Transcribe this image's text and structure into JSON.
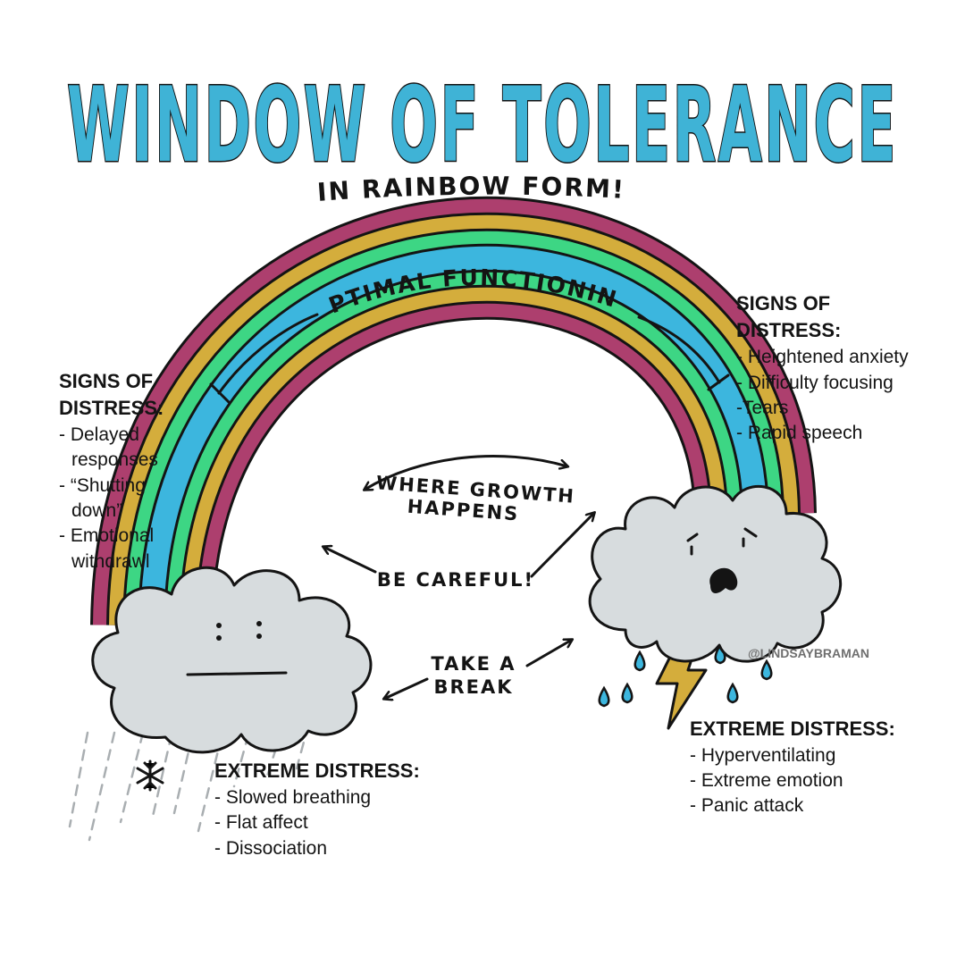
{
  "title": "WINDOW OF TOLERANCE",
  "subtitle": "(IN RAINBOW FORM!)",
  "optimal_label": "OPTIMAL FUNCTIONING",
  "growth_label": {
    "line1": "WHERE GROWTH",
    "line2": "HAPPENS"
  },
  "careful_label": "BE CAREFUL!",
  "break_label": {
    "line1": "TAKE A",
    "line2": "BREAK"
  },
  "credit": "@LINDSAYBRAMAN",
  "left_distress": {
    "heading": [
      "SIGNS OF",
      "DISTRESS:"
    ],
    "items": [
      "- Delayed",
      "responses",
      "- “Shutting",
      "down”",
      "- Emotional",
      "withdrawl"
    ]
  },
  "right_distress": {
    "heading": [
      "SIGNS OF",
      "DISTRESS:"
    ],
    "items": [
      "- Heightened anxiety",
      "- Difficulty focusing",
      "-Tears",
      "- Rapid speech"
    ]
  },
  "left_extreme": {
    "heading": "EXTREME DISTRESS:",
    "items": [
      "- Slowed breathing",
      "- Flat affect",
      "- Dissociation"
    ]
  },
  "right_extreme": {
    "heading": "EXTREME DISTRESS:",
    "items": [
      "- Hyperventilating",
      "- Extreme emotion",
      "- Panic attack"
    ]
  },
  "colors": {
    "title": "#3fb3d6",
    "rainbow_outer": "#ad3f6e",
    "rainbow_second": "#d4ad3c",
    "rainbow_third": "#3dd684",
    "rainbow_inner": "#3cb6de",
    "cloud": "#d7dcde",
    "lightning": "#d4ad3c",
    "raindrop": "#3cb6de"
  },
  "icons": [
    "snowflake-icon",
    "lightning-icon",
    "raindrop-icon",
    "rain-streak-icon"
  ]
}
